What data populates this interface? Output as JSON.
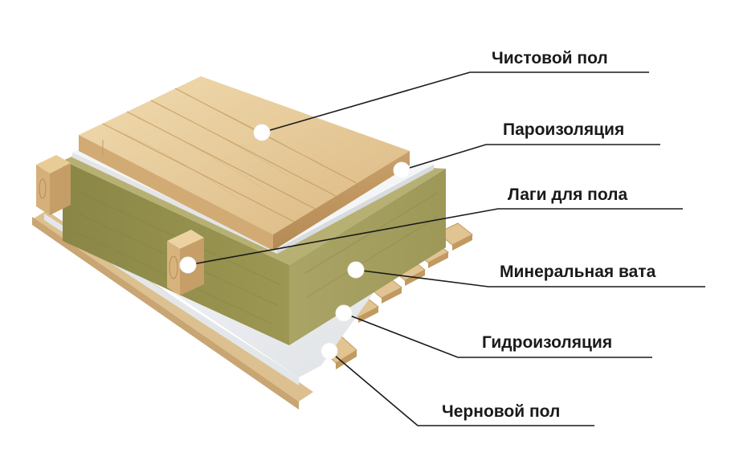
{
  "labels": {
    "finish_floor": "Чистовой пол",
    "vapor_barrier": "Пароизоляция",
    "floor_joists": "Лаги для пола",
    "mineral_wool": "Минеральная вата",
    "waterproofing": "Гидроизоляция",
    "subfloor": "Черновой пол"
  },
  "colors": {
    "wood_light": "#e9cf9f",
    "wood_mid": "#d9b57f",
    "wood_dark": "#c49a62",
    "wool_top": "#b9b274",
    "wool_front": "#8f8a4a",
    "wool_side": "#a49f5b",
    "membrane": "#eef0f2"
  }
}
